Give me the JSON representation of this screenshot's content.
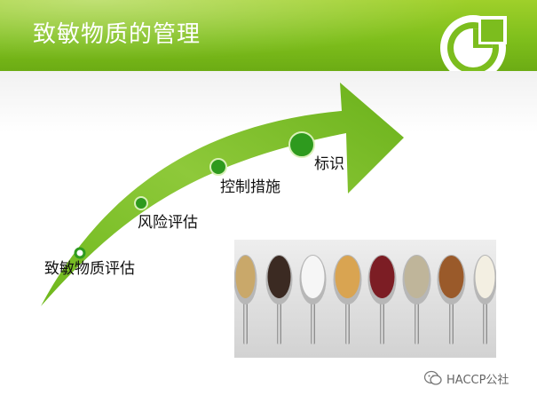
{
  "slide": {
    "title": "致敏物质的管理"
  },
  "steps": [
    {
      "label": "致敏物质评估"
    },
    {
      "label": "风险评估"
    },
    {
      "label": "控制措施"
    },
    {
      "label": "标识"
    }
  ],
  "watermark": {
    "text": "HACCP公社",
    "icon": "wechat-icon"
  },
  "colors": {
    "header_green": "#7fbf1c",
    "arrow_green": "#8cc63f",
    "dot_green": "#2e9a1e"
  }
}
